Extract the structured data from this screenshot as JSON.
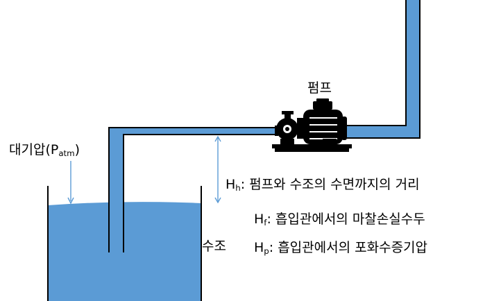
{
  "colors": {
    "water": "#5B9BD5",
    "outline": "#000000",
    "pump_body": "#000000",
    "background": "#ffffff"
  },
  "labels": {
    "pump": "펌프",
    "atm_prefix": "대기압(P",
    "atm_sub": "atm",
    "atm_suffix": ")",
    "tank": "수조",
    "hh_main": "H",
    "hh_sub": "h",
    "hh_text": ": 펌프와 수조의 수면까지의 거리",
    "hf_main": "H",
    "hf_sub": "f",
    "hf_text": ": 흡입관에서의 마찰손실수두",
    "hp_main": "H",
    "hp_sub": "p",
    "hp_text": ": 흡입관에서의 포화수증기압"
  },
  "icons": {
    "pump": "centrifugal-pump-icon",
    "atm_arrow": "arrow-down-icon",
    "height_arrow": "double-arrow-vertical-icon"
  }
}
